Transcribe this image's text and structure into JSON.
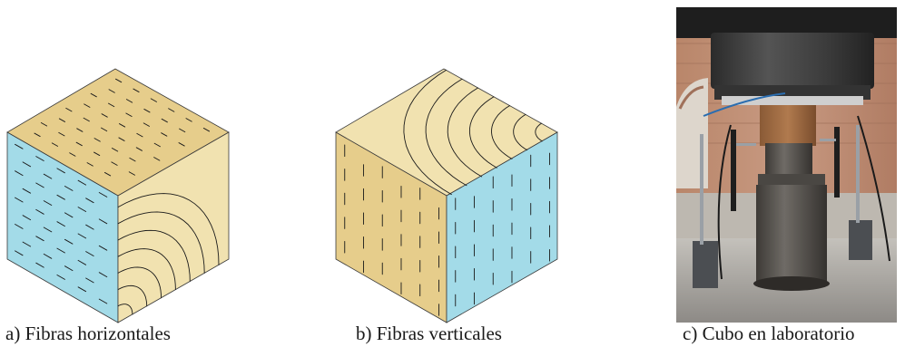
{
  "figures": [
    {
      "caption": "a) Fibras horizontales",
      "fiber_orientation": "horizontal"
    },
    {
      "caption": "b) Fibras verticales",
      "fiber_orientation": "vertical"
    },
    {
      "caption": "c) Cubo en laboratorio",
      "content": "photo"
    }
  ],
  "colors": {
    "endgrain_face": "#e6cd8b",
    "light_wood_face": "#f1e2b0",
    "side_grain_face": "#a3dbe8",
    "edge": "#3a3a3a",
    "fiber_stroke": "#1a1a1a"
  }
}
